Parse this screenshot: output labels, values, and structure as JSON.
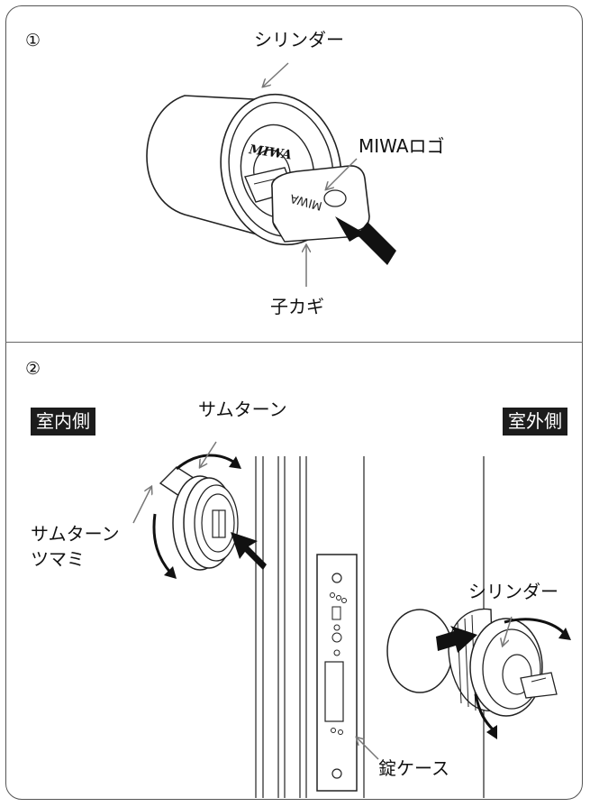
{
  "section1": {
    "number": "①",
    "labels": {
      "cylinder": "シリンダー",
      "miwa_logo": "MIWAロゴ",
      "child_key": "子カギ"
    },
    "engraving": "MIWA"
  },
  "section2": {
    "number": "②",
    "tags": {
      "indoor": "室内側",
      "outdoor": "室外側"
    },
    "labels": {
      "thumbturn": "サムターン",
      "thumbturn_knob_line1": "サムターン",
      "thumbturn_knob_line2": "ツマミ",
      "cylinder": "シリンダー",
      "lock_case": "錠ケース"
    }
  }
}
